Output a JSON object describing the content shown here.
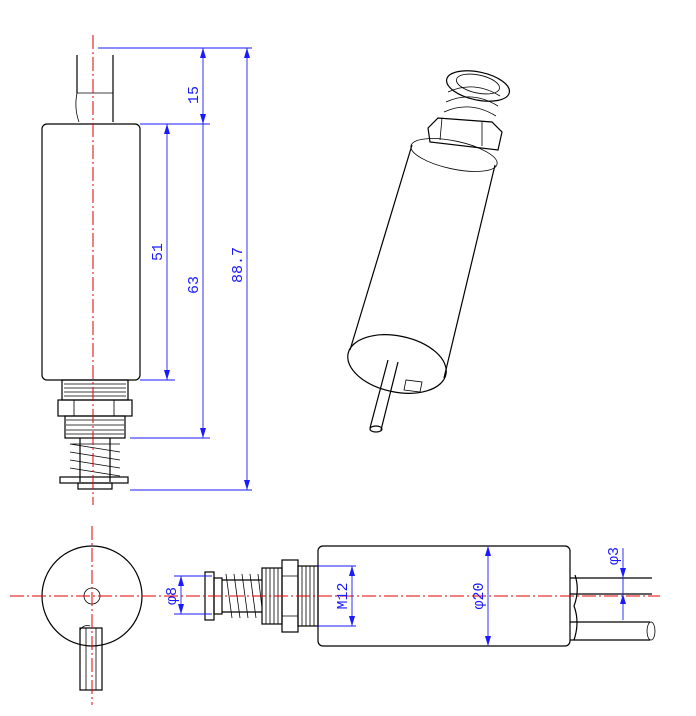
{
  "dimensions": {
    "lead_length": "15",
    "body_length": "51",
    "body_with_thread": "63",
    "overall_length": "88.7",
    "plunger_diameter": "φ8",
    "thread_size": "M12",
    "body_diameter": "φ20",
    "pin_diameter": "φ3"
  },
  "colors": {
    "dimension": "#1a1aff",
    "centerline": "#e60000",
    "outline": "#000000"
  }
}
